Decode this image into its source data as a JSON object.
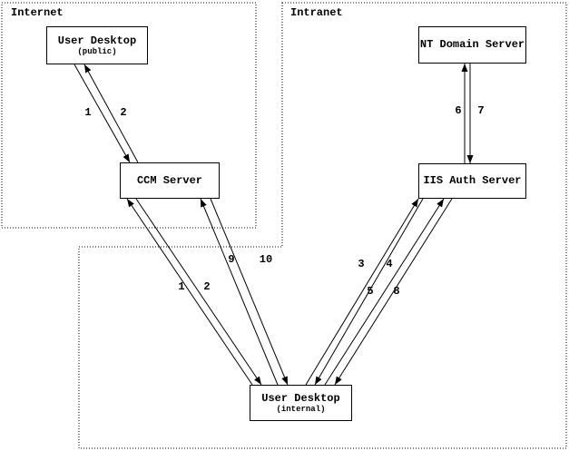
{
  "colors": {
    "ink": "#000000",
    "background": "#ffffff"
  },
  "diagram": {
    "zones": [
      {
        "label": "Internet"
      },
      {
        "label": "Intranet"
      }
    ],
    "nodes": [
      {
        "label": "User Desktop",
        "sublabel": "(public)",
        "zone": "Internet"
      },
      {
        "label": "CCM Server",
        "zone": "Internet"
      },
      {
        "label": "NT Domain Server",
        "zone": "Intranet"
      },
      {
        "label": "IIS Auth Server",
        "zone": "Intranet"
      },
      {
        "label": "User Desktop",
        "sublabel": "(internal)",
        "zone": "Intranet"
      }
    ],
    "edges": [
      {
        "label": "1",
        "from": "User Desktop (public)",
        "to": "CCM Server"
      },
      {
        "label": "2",
        "from": "CCM Server",
        "to": "User Desktop (public)"
      },
      {
        "label": "1",
        "from": "User Desktop (internal)",
        "to": "CCM Server"
      },
      {
        "label": "2",
        "from": "CCM Server",
        "to": "User Desktop (internal)"
      },
      {
        "label": "9",
        "from": "User Desktop (internal)",
        "to": "CCM Server"
      },
      {
        "label": "10",
        "from": "CCM Server",
        "to": "User Desktop (internal)"
      },
      {
        "label": "3",
        "from": "User Desktop (internal)",
        "to": "IIS Auth Server"
      },
      {
        "label": "4",
        "from": "IIS Auth Server",
        "to": "User Desktop (internal)"
      },
      {
        "label": "5",
        "from": "User Desktop (internal)",
        "to": "IIS Auth Server"
      },
      {
        "label": "8",
        "from": "IIS Auth Server",
        "to": "User Desktop (internal)"
      },
      {
        "label": "6",
        "from": "IIS Auth Server",
        "to": "NT Domain Server"
      },
      {
        "label": "7",
        "from": "NT Domain Server",
        "to": "IIS Auth Server"
      }
    ]
  }
}
